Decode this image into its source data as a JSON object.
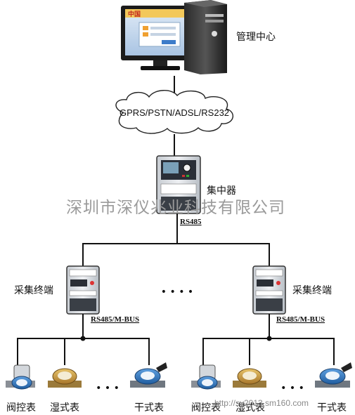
{
  "management_center": {
    "label": "管理中心",
    "screen_logo": "中国"
  },
  "network": {
    "label": "GPRS/PSTN/ADSL/RS232"
  },
  "concentrator": {
    "label": "集中器",
    "bus_label": "RS485"
  },
  "watermark": {
    "company": "深圳市深仪兆业科技有限公司",
    "url": "http://sy2013.sm160.com"
  },
  "left_group": {
    "terminal_label": "采集终端",
    "bus_label": "RS485/M-BUS",
    "meters": [
      "阀控表",
      "湿式表",
      "干式表"
    ],
    "ellipsis": "• • •"
  },
  "right_group": {
    "terminal_label": "采集终端",
    "bus_label": "RS485/M-BUS",
    "meters": [
      "阀控表",
      "湿式表",
      "干式表"
    ],
    "ellipsis": "• • •"
  },
  "middle_ellipsis": "•   •   •   •",
  "colors": {
    "line": "#111111",
    "meter_blue": "#2a6fb3",
    "meter_brass": "#c99a3a",
    "device_gray": "#d9dde2"
  }
}
